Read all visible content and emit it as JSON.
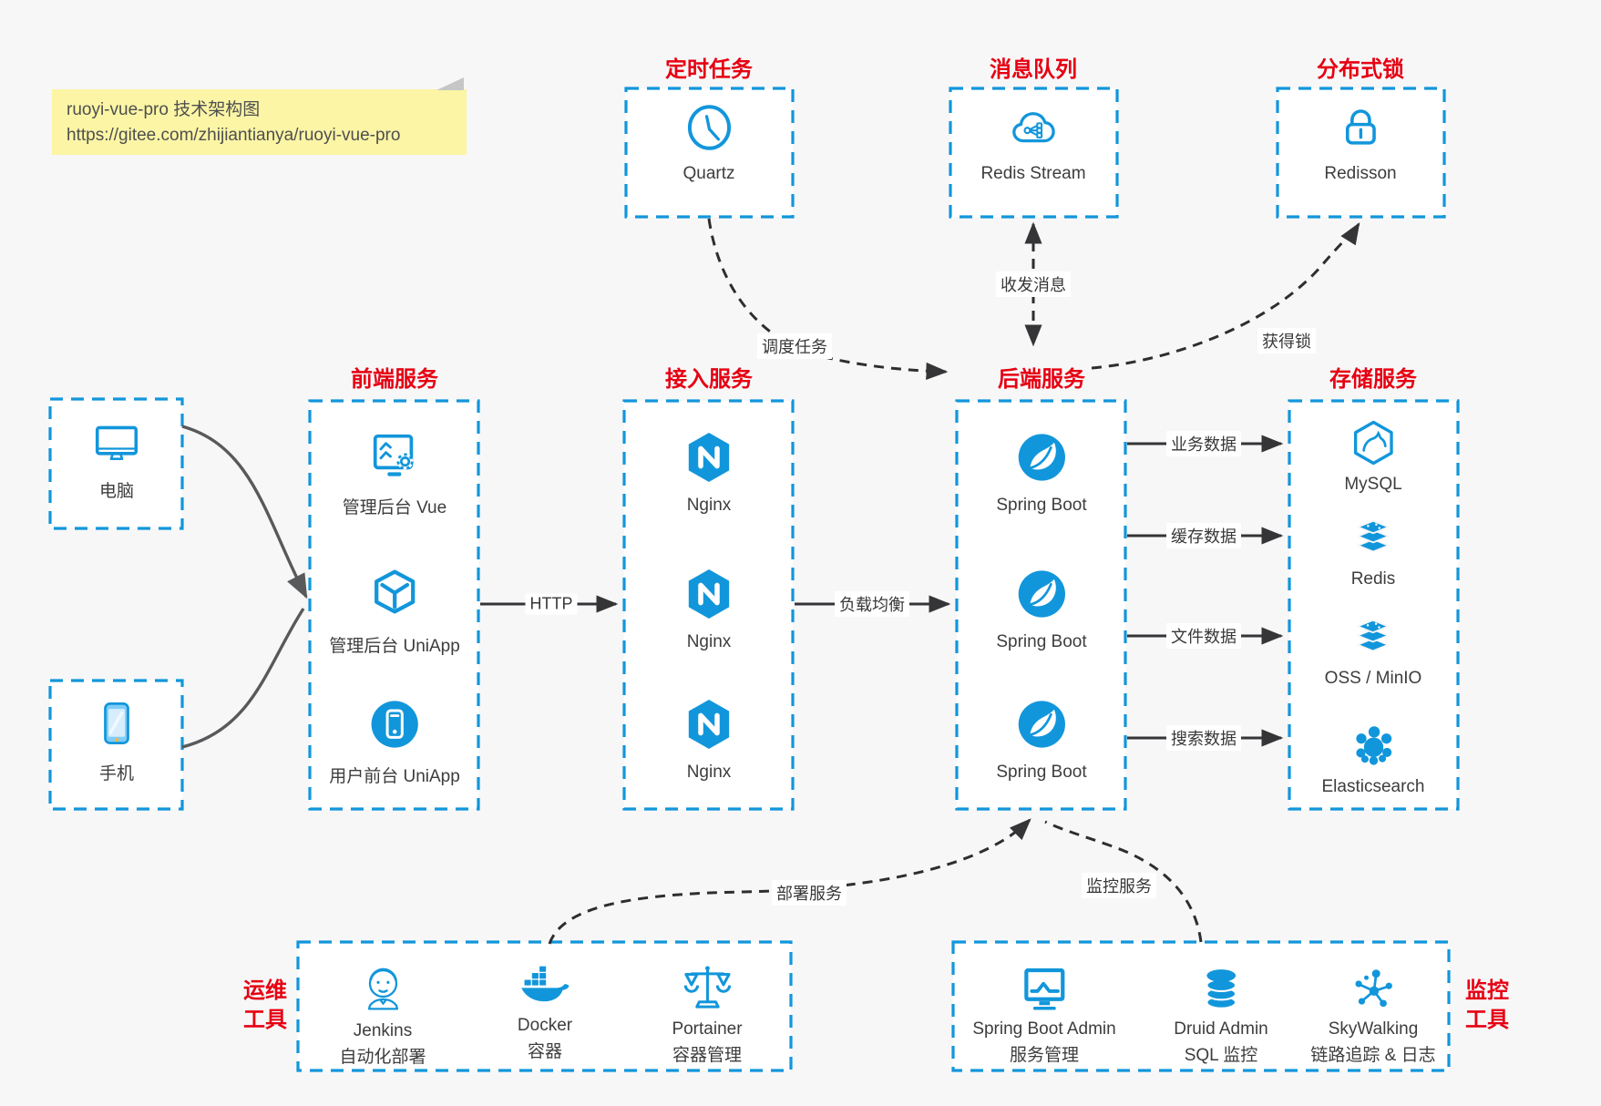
{
  "note": {
    "line1": "ruoyi-vue-pro 技术架构图",
    "line2": "https://gitee.com/zhijiantianya/ruoyi-vue-pro"
  },
  "colors": {
    "accent_blue": "#1296db",
    "title_red": "#e60012",
    "note_yellow": "#fbf5a5",
    "background": "#f7f7f8",
    "arrow_dark": "#353537",
    "arrow_gray": "#58595b"
  },
  "groups": {
    "scheduler": {
      "title": "定时任务",
      "item": {
        "label": "Quartz",
        "icon": "clock-icon"
      }
    },
    "mq": {
      "title": "消息队列",
      "item": {
        "label": "Redis Stream",
        "icon": "cloud-stream-icon"
      }
    },
    "lock": {
      "title": "分布式锁",
      "item": {
        "label": "Redisson",
        "icon": "lock-icon"
      }
    },
    "clients": {
      "items": [
        {
          "label": "电脑",
          "icon": "desktop-icon"
        },
        {
          "label": "手机",
          "icon": "smartphone-icon"
        }
      ]
    },
    "frontend": {
      "title": "前端服务",
      "items": [
        {
          "label": "管理后台 Vue",
          "icon": "admin-vue-icon"
        },
        {
          "label": "管理后台 UniApp",
          "icon": "uniapp-cube-icon"
        },
        {
          "label": "用户前台 UniApp",
          "icon": "user-app-icon"
        }
      ]
    },
    "access": {
      "title": "接入服务",
      "items": [
        {
          "label": "Nginx",
          "icon": "nginx-icon"
        },
        {
          "label": "Nginx",
          "icon": "nginx-icon"
        },
        {
          "label": "Nginx",
          "icon": "nginx-icon"
        }
      ]
    },
    "backend": {
      "title": "后端服务",
      "items": [
        {
          "label": "Spring Boot",
          "icon": "spring-boot-icon"
        },
        {
          "label": "Spring Boot",
          "icon": "spring-boot-icon"
        },
        {
          "label": "Spring Boot",
          "icon": "spring-boot-icon"
        }
      ]
    },
    "storage": {
      "title": "存储服务",
      "items": [
        {
          "label": "MySQL",
          "icon": "mysql-icon"
        },
        {
          "label": "Redis",
          "icon": "redis-icon"
        },
        {
          "label": "OSS / MinIO",
          "icon": "object-storage-icon"
        },
        {
          "label": "Elasticsearch",
          "icon": "elasticsearch-icon"
        }
      ]
    },
    "ops": {
      "title_line1": "运维",
      "title_line2": "工具",
      "items": [
        {
          "name": "Jenkins",
          "desc": "自动化部署",
          "icon": "jenkins-icon"
        },
        {
          "name": "Docker",
          "desc": "容器",
          "icon": "docker-icon"
        },
        {
          "name": "Portainer",
          "desc": "容器管理",
          "icon": "portainer-icon"
        }
      ]
    },
    "monitoring": {
      "title_line1": "监控",
      "title_line2": "工具",
      "items": [
        {
          "name": "Spring Boot Admin",
          "desc": "服务管理",
          "icon": "spring-boot-admin-icon"
        },
        {
          "name": "Druid Admin",
          "desc": "SQL 监控",
          "icon": "druid-icon"
        },
        {
          "name": "SkyWalking",
          "desc": "链路追踪 & 日志",
          "icon": "skywalking-icon"
        }
      ]
    }
  },
  "edges": {
    "http": "HTTP",
    "load_balance": "负载均衡",
    "business_data": "业务数据",
    "cache_data": "缓存数据",
    "file_data": "文件数据",
    "search_data": "搜索数据",
    "schedule_task": "调度任务",
    "send_receive_message": "收发消息",
    "acquire_lock": "获得锁",
    "deploy_service": "部署服务",
    "monitor_service": "监控服务"
  }
}
